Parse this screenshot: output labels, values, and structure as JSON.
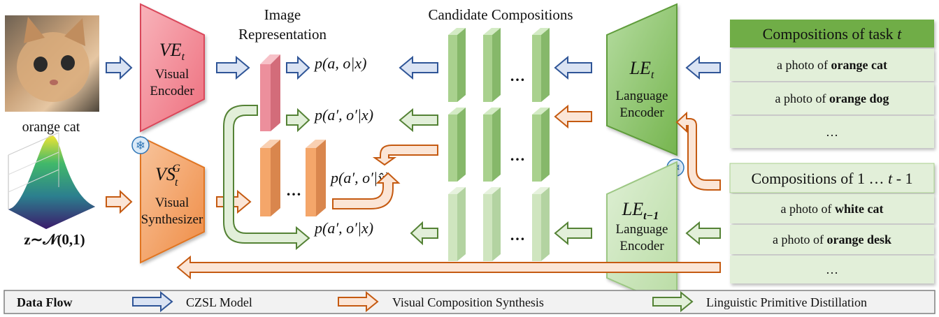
{
  "input": {
    "image_label": "orange cat",
    "noise_label": "z∼𝒩(0,1)"
  },
  "encoders": {
    "visual_encoder": {
      "symbol": "VE",
      "sub": "t",
      "line1": "Visual",
      "line2": "Encoder"
    },
    "visual_synth": {
      "symbol": "VS",
      "sub": "t",
      "sup": "G",
      "line1": "Visual",
      "line2": "Synthesizer"
    },
    "lang_encoder_t": {
      "symbol": "LE",
      "sub": "t",
      "line1": "Language",
      "line2": "Encoder"
    },
    "lang_encoder_prev": {
      "symbol": "LE",
      "sub": "t−1",
      "line1": "Language",
      "line2": "Encoder"
    }
  },
  "headers": {
    "image_repr_line1": "Image",
    "image_repr_line2": "Representation",
    "candidate": "Candidate Compositions"
  },
  "probs": {
    "p1": "p(a, o|x)",
    "p2": "p(a′, o′|x)",
    "p3": "p(a′, o′|x̂)",
    "p4": "p(a′, o′|x)"
  },
  "ellipsis": "…",
  "task_panel": {
    "title_prefix": "Compositions of task ",
    "title_var": "t",
    "rows": [
      {
        "prefix": "a photo of ",
        "bold": "orange cat"
      },
      {
        "prefix": "a photo of ",
        "bold": "orange dog"
      },
      {
        "prefix": "…",
        "bold": ""
      }
    ]
  },
  "prev_panel": {
    "title_prefix": "Compositions of 1 … ",
    "title_var": "t",
    "title_suffix": " - 1",
    "rows": [
      {
        "prefix": "a photo of ",
        "bold": "white cat"
      },
      {
        "prefix": "a photo of ",
        "bold": "orange desk"
      },
      {
        "prefix": "…",
        "bold": ""
      }
    ]
  },
  "legend": {
    "title": "Data Flow",
    "items": [
      {
        "label": "CZSL Model",
        "color": "#2f5597"
      },
      {
        "label": "Visual Composition Synthesis",
        "color": "#c55a11"
      },
      {
        "label": "Linguistic Primitive Distillation",
        "color": "#548235"
      }
    ]
  },
  "colors": {
    "visual_encoder_fill": "#f28b96",
    "synth_fill": "#f4a66a",
    "lang_fill": "#8dc46d",
    "lang_prev_fill": "#c5e0b3",
    "header_green": "#70ad47",
    "blue": "#2f5597",
    "orange": "#c55a11",
    "green": "#548235",
    "snowflake": "#2e75b6"
  }
}
